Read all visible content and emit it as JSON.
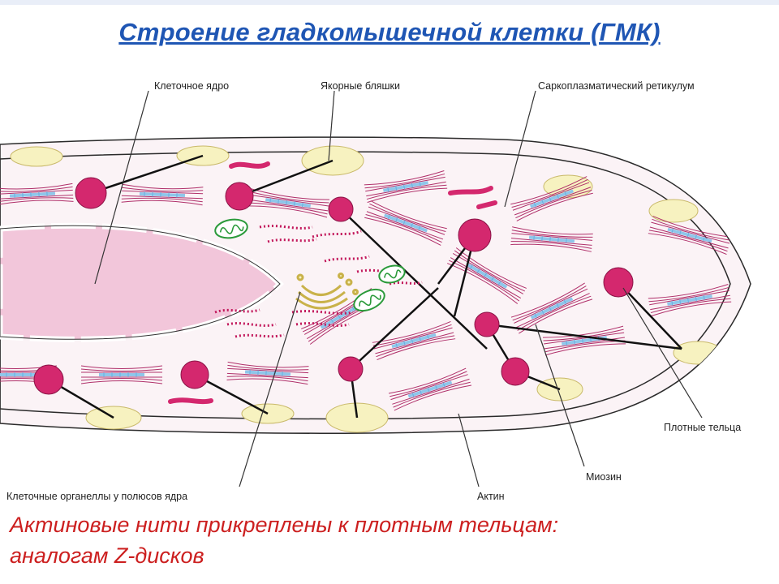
{
  "title": "Строение гладкомышечной клетки (ГМК)",
  "labels": {
    "nucleus": "Клеточное ядро",
    "anchor_plaques": "Якорные бляшки",
    "sarcoplasmic_reticulum": "Саркоплазматический ретикулум",
    "dense_bodies": "Плотные тельца",
    "myosin": "Миозин",
    "actin": "Актин",
    "organelles": "Клеточные органеллы у полюсов ядра"
  },
  "caption": {
    "line1": "Актиновые нити прикреплены к плотным тельцам:",
    "line2": "аналогам Z-дисков"
  },
  "colors": {
    "title": "#1f56b4",
    "caption": "#cc1f1f",
    "dense_body": "#d4286e",
    "nucleus": "#f2c6da",
    "myosin": "#8fc6ea",
    "plaque": "#f7f2c0",
    "mitochondria": "#2a9a3a"
  }
}
